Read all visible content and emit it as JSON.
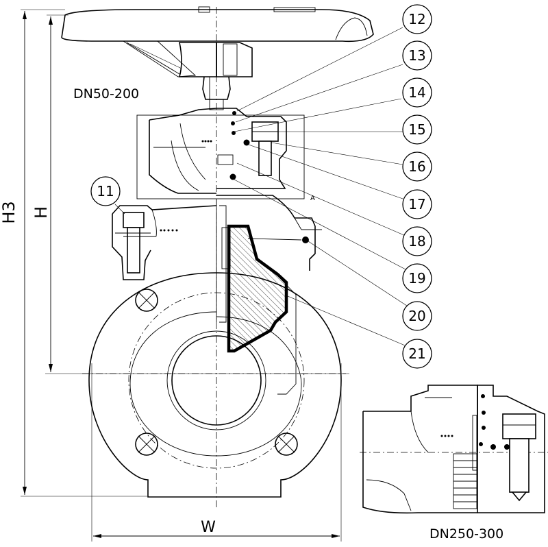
{
  "labels": {
    "variant_small": "DN50-200",
    "variant_large": "DN250-300",
    "dim_h3": "H3",
    "dim_h": "H",
    "dim_w": "W",
    "section_mark": "A"
  },
  "callouts": [
    "11",
    "12",
    "13",
    "14",
    "15",
    "16",
    "17",
    "18",
    "19",
    "20",
    "21"
  ]
}
